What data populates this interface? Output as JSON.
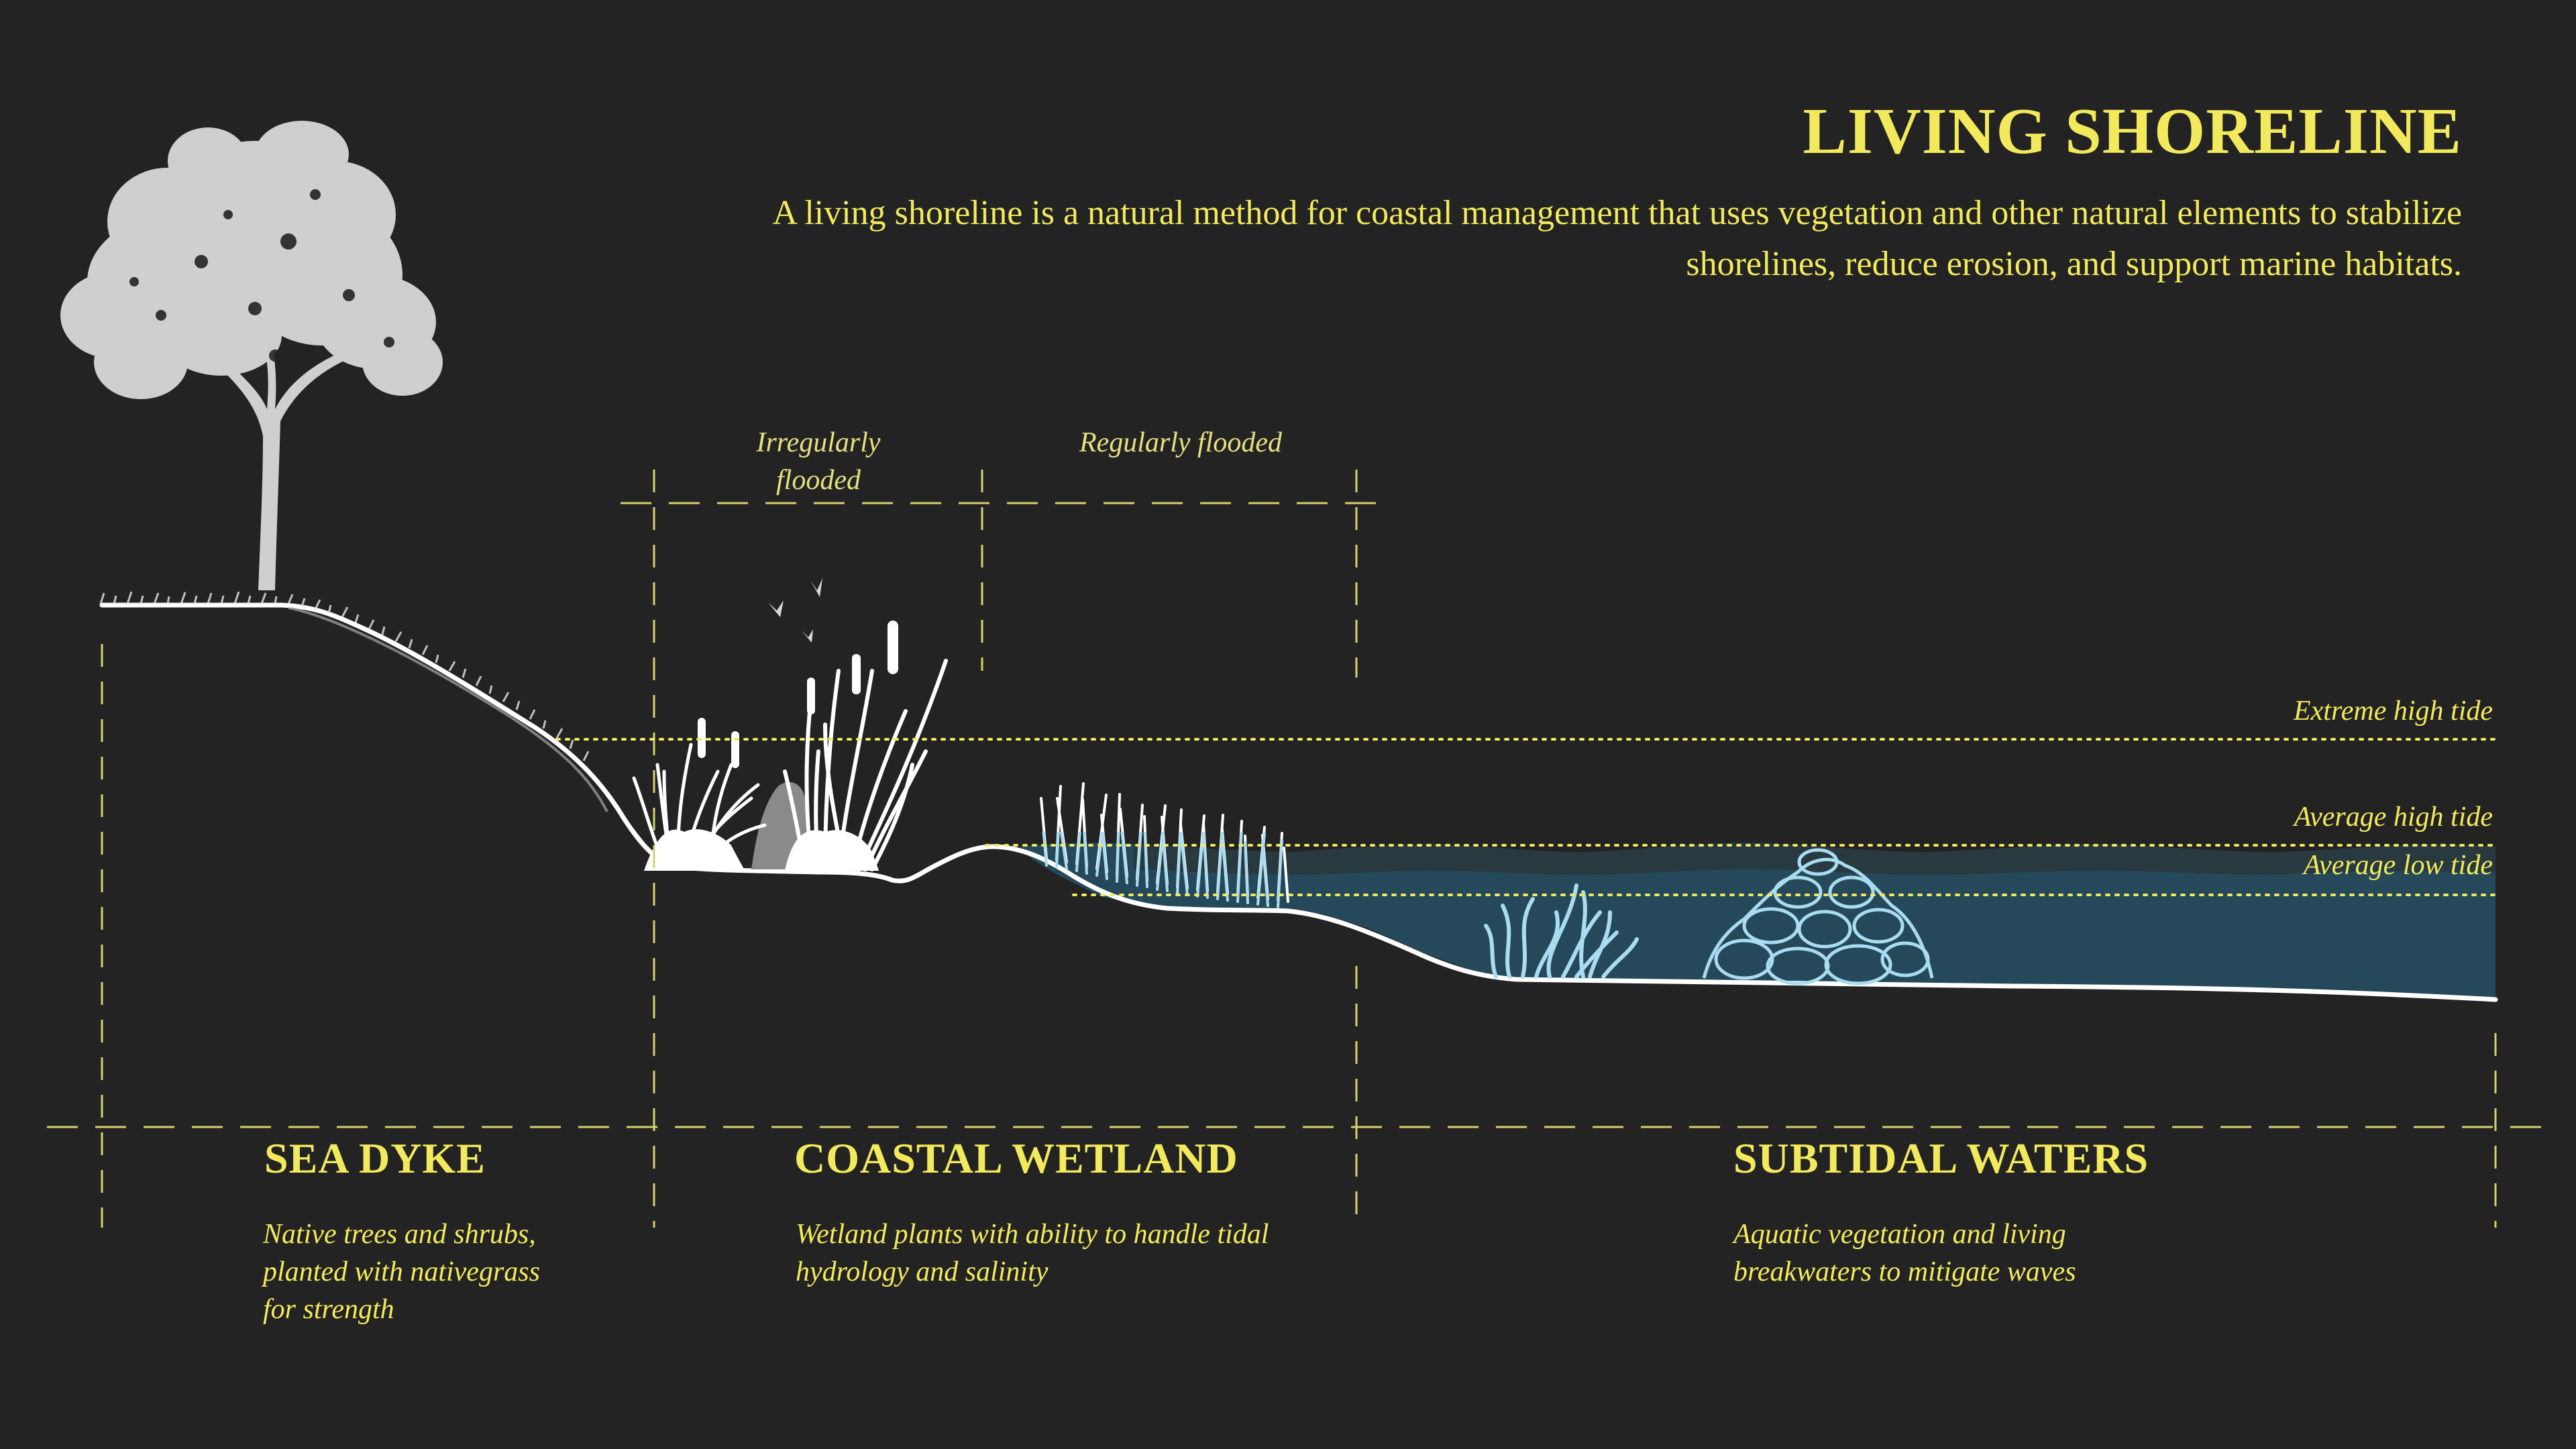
{
  "header": {
    "title": "LIVING SHORELINE",
    "description": "A living shoreline is a natural method for coastal management that uses vegetation and other natural elements to stabilize shorelines, reduce erosion, and support marine habitats."
  },
  "flood_zones": {
    "irregular": "Irregularly flooded",
    "regular": "Regularly flooded"
  },
  "tides": {
    "extreme_high": "Extreme high tide",
    "average_high": "Average high tide",
    "average_low": "Average low tide"
  },
  "zones": [
    {
      "title": "SEA DYKE",
      "description": "Native trees and shrubs, planted with nativegrass for strength"
    },
    {
      "title": "COASTAL WETLAND",
      "description": "Wetland plants with ability to handle tidal hydrology and salinity"
    },
    {
      "title": "SUBTIDAL WATERS",
      "description": "Aquatic vegetation and living breakwaters to mitigate waves"
    }
  ],
  "colors": {
    "background": "#232323",
    "accent_yellow": "#f2ea5c",
    "water": "#25495a",
    "ground_line": "#ffffff",
    "vegetation": "#e8e8e8",
    "submerged_vegetation": "#a9dcf0"
  },
  "icons": [
    "tree-icon",
    "cattail-icon",
    "grass-icon",
    "bird-icon",
    "rock-breakwater-icon",
    "seagrass-icon"
  ]
}
